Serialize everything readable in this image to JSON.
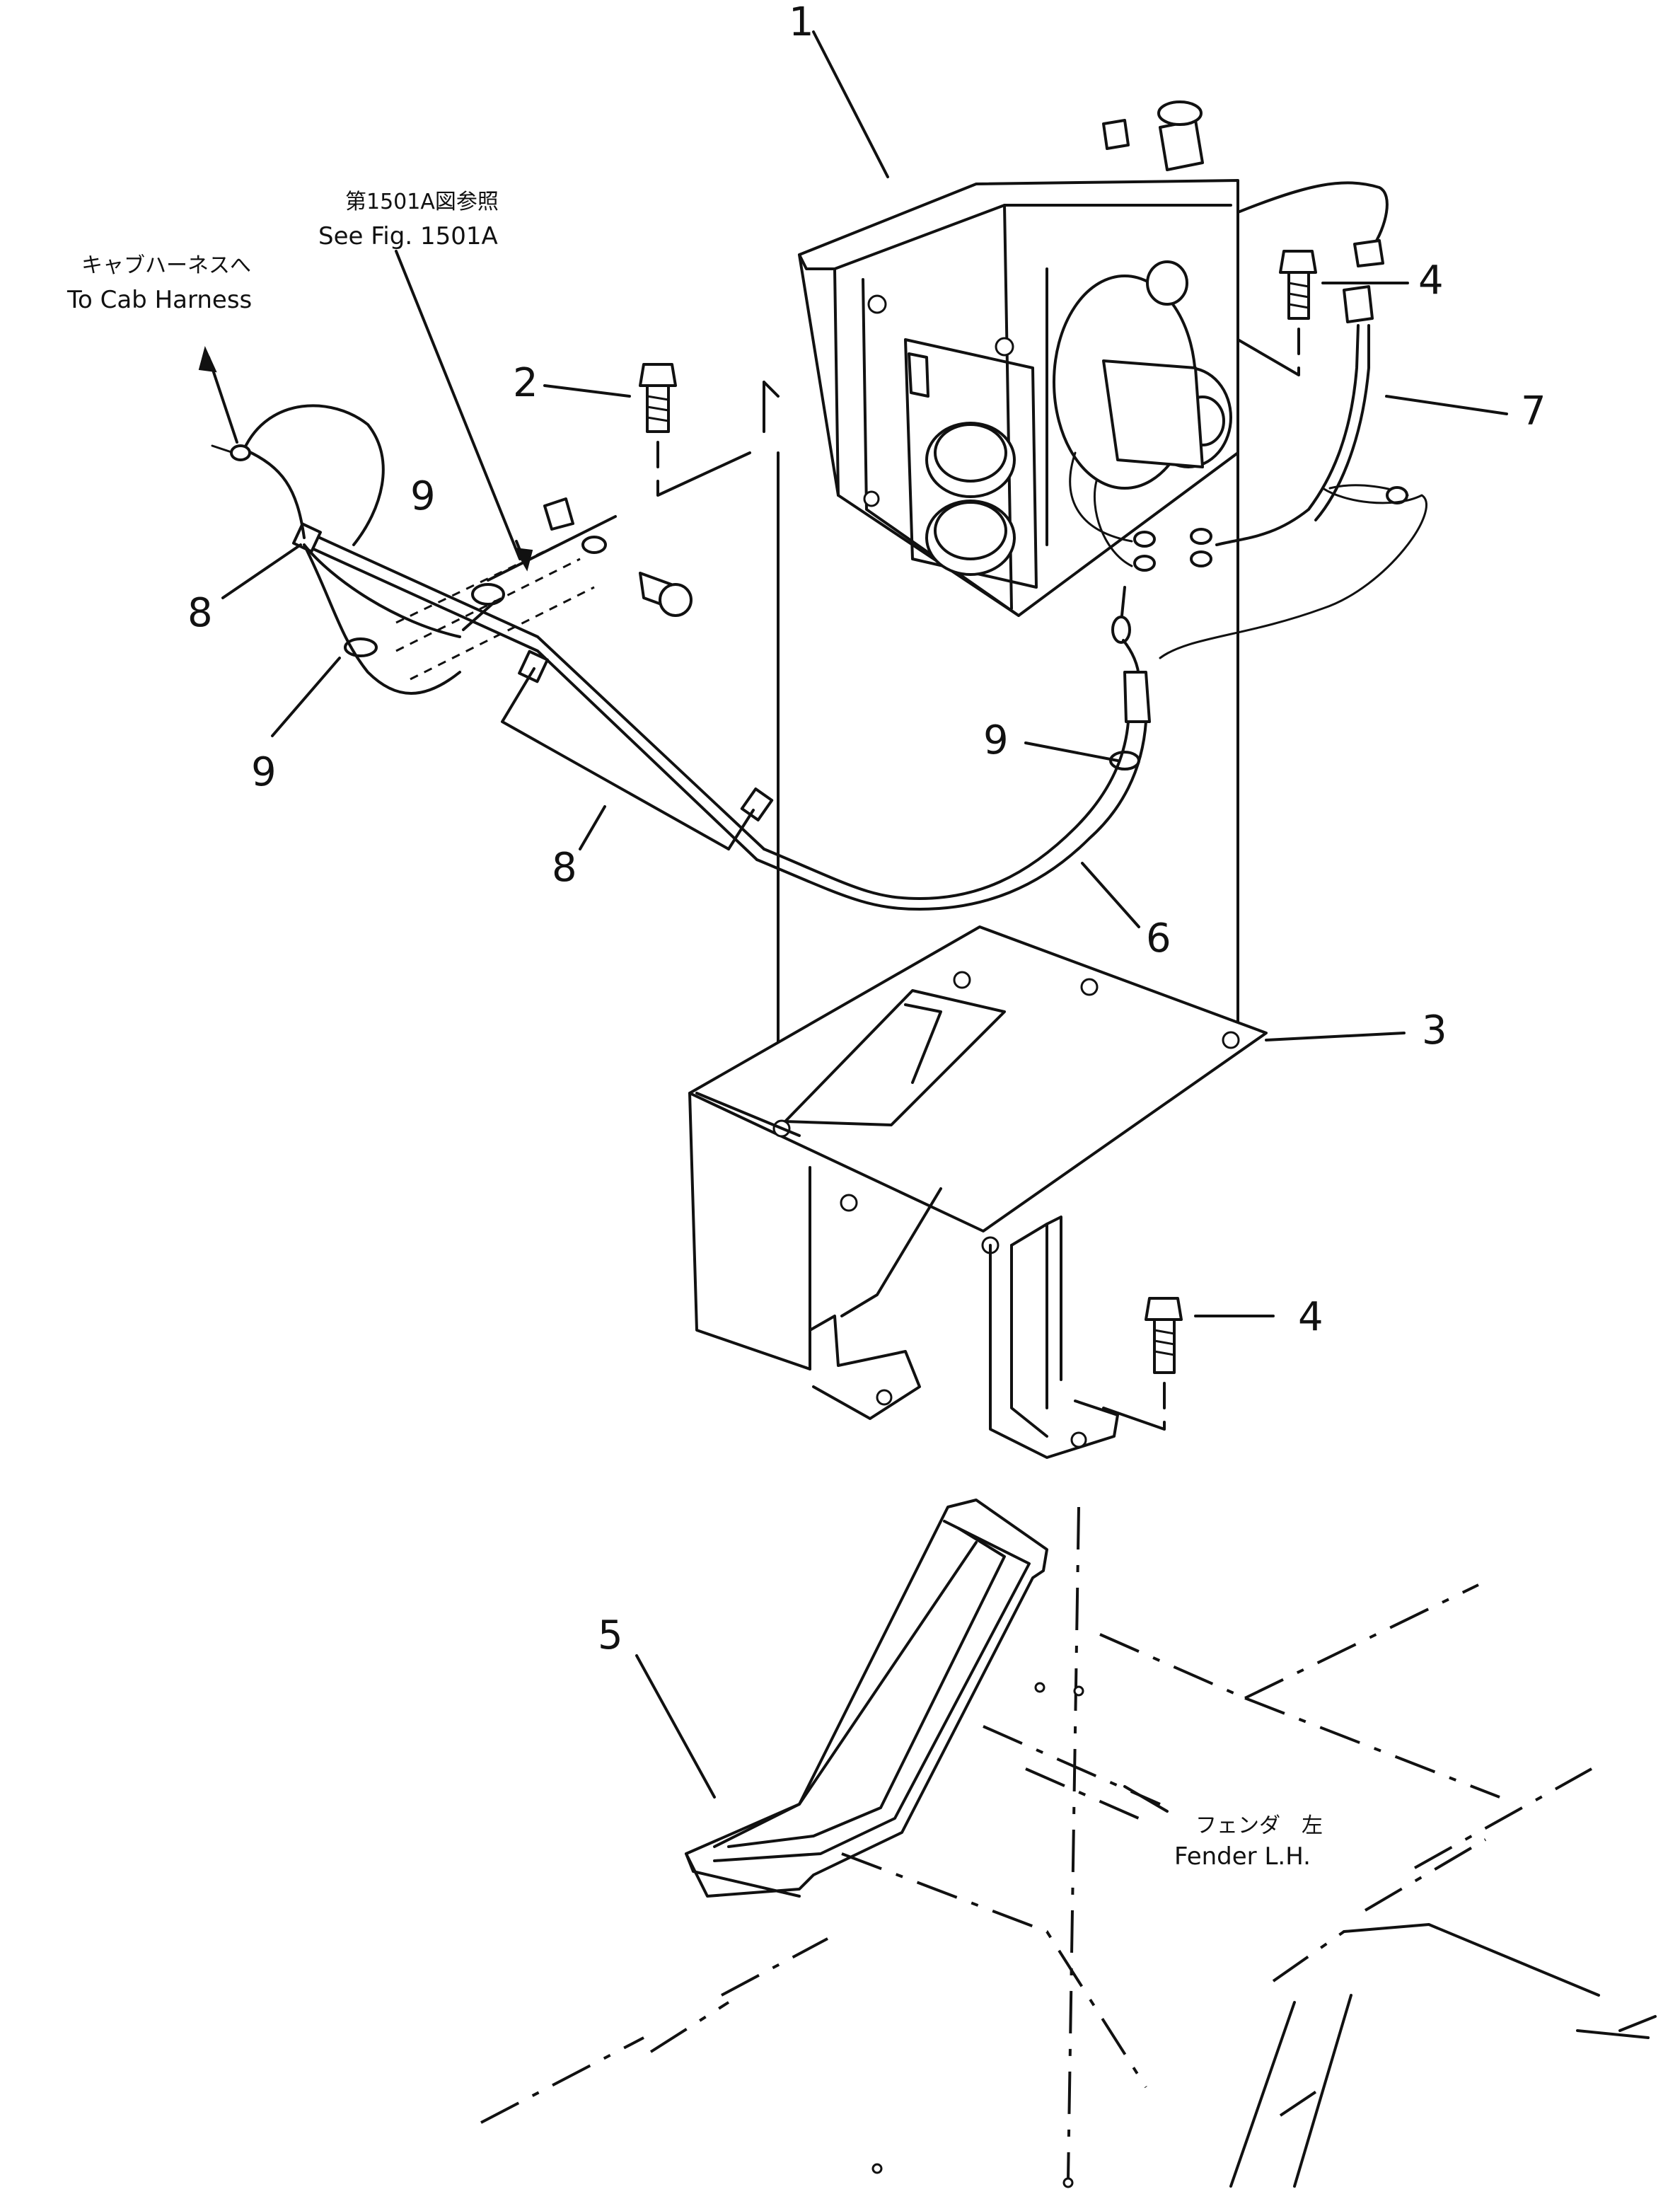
{
  "part_labels": {
    "p1": "1",
    "p2": "2",
    "p3": "3",
    "p4a": "4",
    "p4b": "4",
    "p5": "5",
    "p6": "6",
    "p7": "7",
    "p8a": "8",
    "p8b": "8",
    "p9a": "9",
    "p9b": "9",
    "p9c": "9"
  },
  "notes": {
    "see_fig_jp": "第1501A図参照",
    "see_fig_en": "See Fig. 1501A",
    "cab_harness_jp": "キャブハーネスへ",
    "cab_harness_en": "To Cab Harness",
    "fender_jp": "フェンダ　左",
    "fender_en": "Fender  L.H."
  }
}
